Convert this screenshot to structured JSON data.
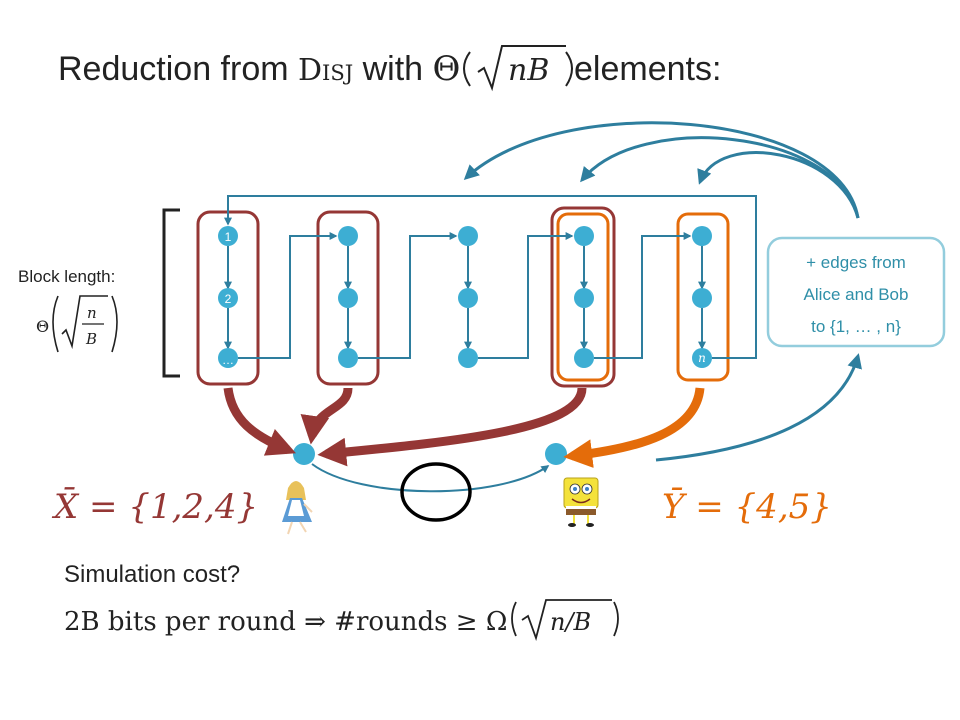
{
  "title": {
    "prefix": "Reduction from ",
    "problem": "Disj",
    "mid": " with ",
    "theta": "Θ",
    "radicand": "nB",
    "suffix": " elements:"
  },
  "block_length": {
    "label": "Block length:",
    "theta": "Θ",
    "numerator": "n",
    "denominator": "B"
  },
  "node_labels": {
    "first": "1",
    "second": "2",
    "ellipsis": "…",
    "last": "n"
  },
  "edges_box": {
    "line1": "+ edges from",
    "line2": "Alice and Bob",
    "line3": "to {1, … , n}"
  },
  "sets": {
    "x": "X̄ = {1,2,4}",
    "y": "Ȳ = {4,5}"
  },
  "simulation": {
    "question": "Simulation cost?",
    "cost_lhs": "2B bits per round ⇒ #rounds ≥ Ω",
    "cost_radicand": "n/B"
  },
  "colors": {
    "node": "#3DAED3",
    "edge": "#2E7E9E",
    "alice_block": "#953735",
    "bob_block": "#E46C0A",
    "x_set": "#953735",
    "y_set": "#E46C0A",
    "box_border": "#93CDDD",
    "box_text": "#2F8FA8"
  }
}
